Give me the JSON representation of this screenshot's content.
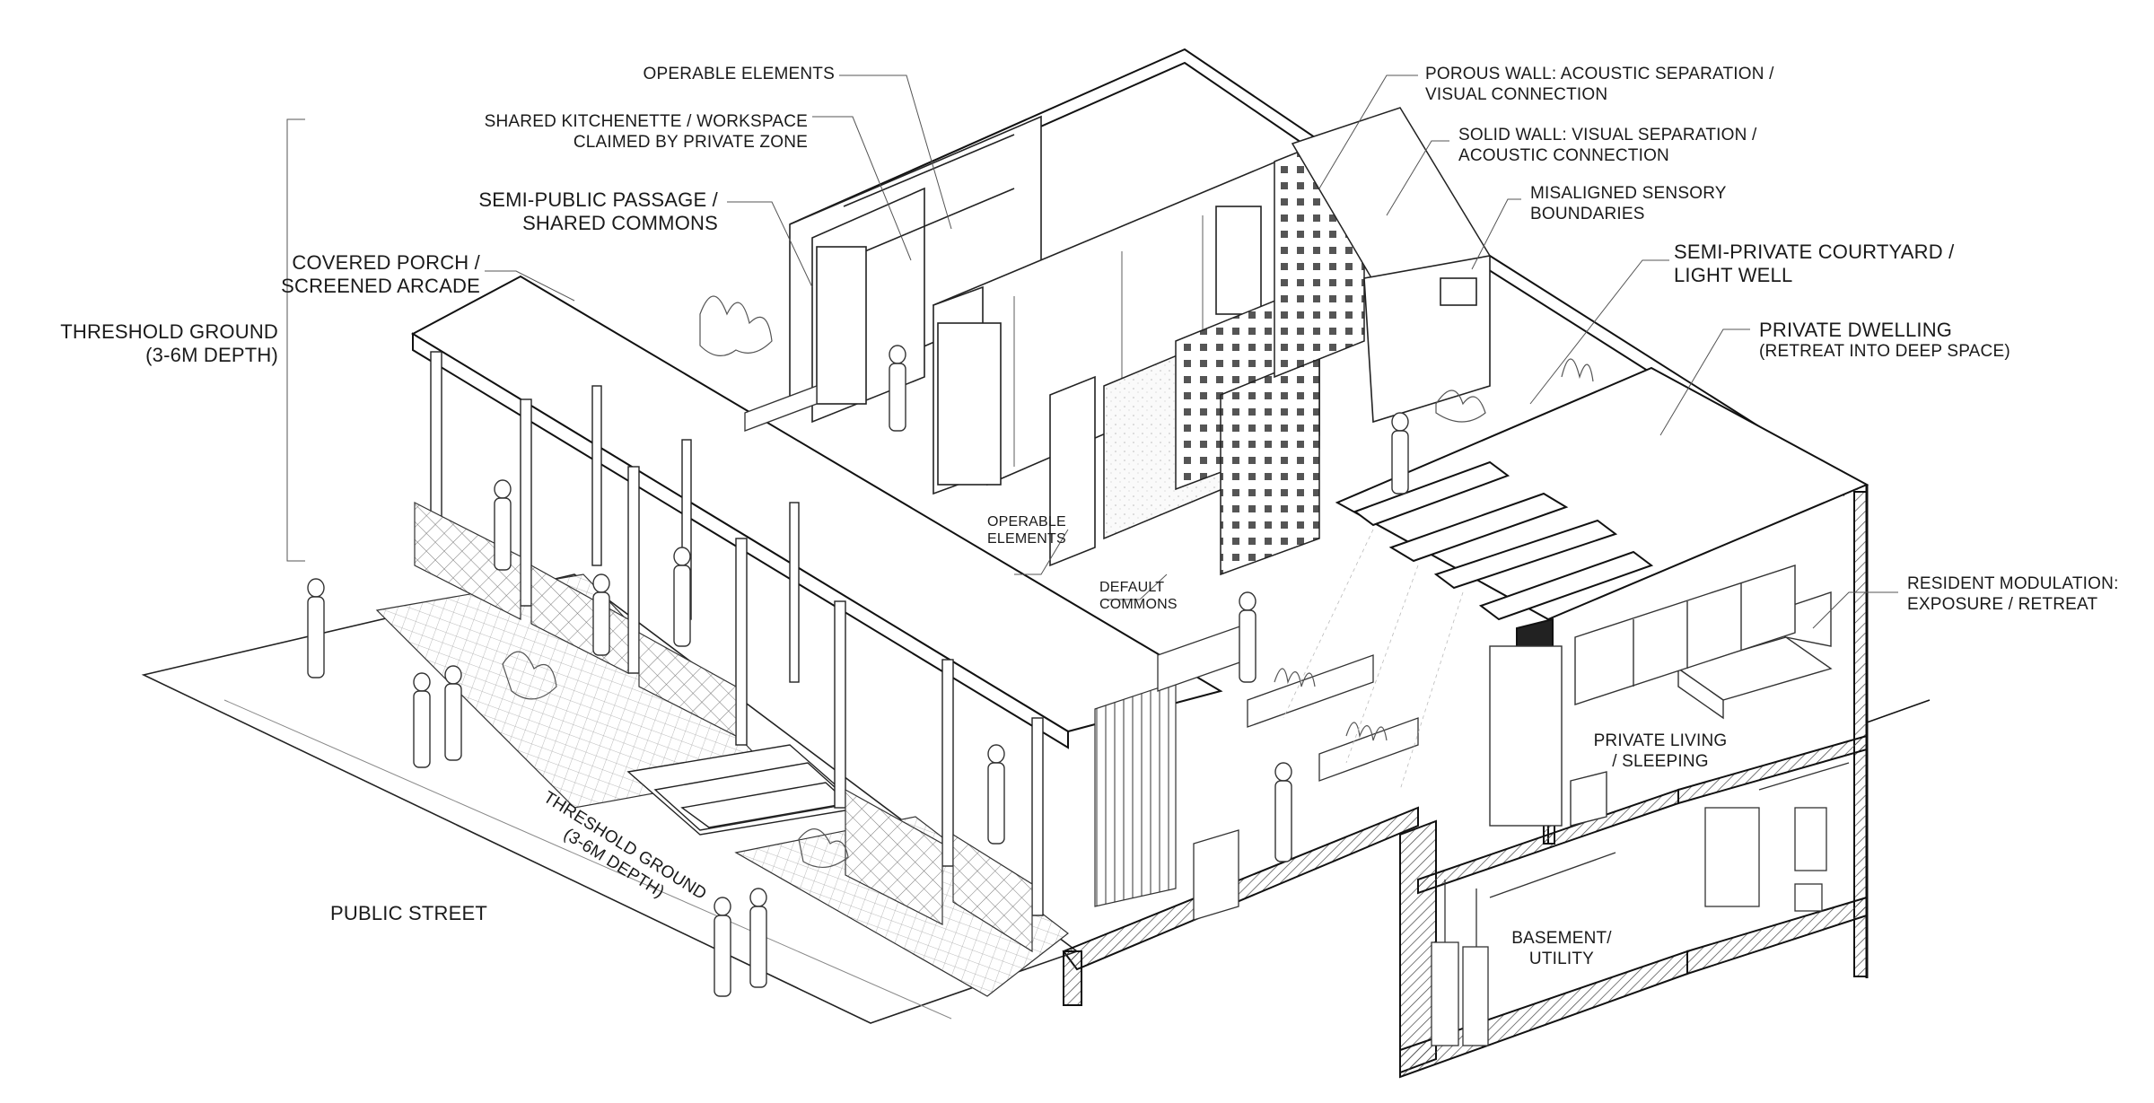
{
  "labels": {
    "operable_top": "OPERABLE ELEMENTS",
    "kitchenette_1": "SHARED KITCHENETTE / WORKSPACE",
    "kitchenette_2": "CLAIMED BY PRIVATE ZONE",
    "passage_1": "SEMI-PUBLIC PASSAGE /",
    "passage_2": "SHARED COMMONS",
    "porch_1": "COVERED PORCH /",
    "porch_2": "SCREENED ARCADE",
    "threshold_left_1": "THRESHOLD GROUND",
    "threshold_left_2": "(3-6m DEPTH)",
    "porous_1": "POROUS WALL: ACOUSTIC SEPARATION /",
    "porous_2": "VISUAL CONNECTION",
    "solid_1": "SOLID WALL: VISUAL SEPARATION /",
    "solid_2": "ACOUSTIC CONNECTION",
    "misaligned_1": "MISALIGNED SENSORY",
    "misaligned_2": "BOUNDARIES",
    "courtyard_1": "SEMI-PRIVATE COURTYARD /",
    "courtyard_2": "LIGHT WELL",
    "dwelling_1": "PRIVATE DWELLING",
    "dwelling_2": "(RETREAT INTO DEEP SPACE)",
    "operable_mid_1": "OPERABLE",
    "operable_mid_2": "ELEMENTS",
    "default_1": "DEFAULT",
    "default_2": "COMMONS",
    "resident_1": "RESIDENT MODULATION:",
    "resident_2": "EXPOSURE / RETREAT",
    "living_1": "PRIVATE LIVING",
    "living_2": "/ SLEEPING",
    "threshold_street_1": "THRESHOLD GROUND",
    "threshold_street_2": "(3-6m DEPTH)",
    "street": "PUBLIC STREET",
    "basement_1": "BASEMENT/",
    "basement_2": "UTILITY"
  }
}
